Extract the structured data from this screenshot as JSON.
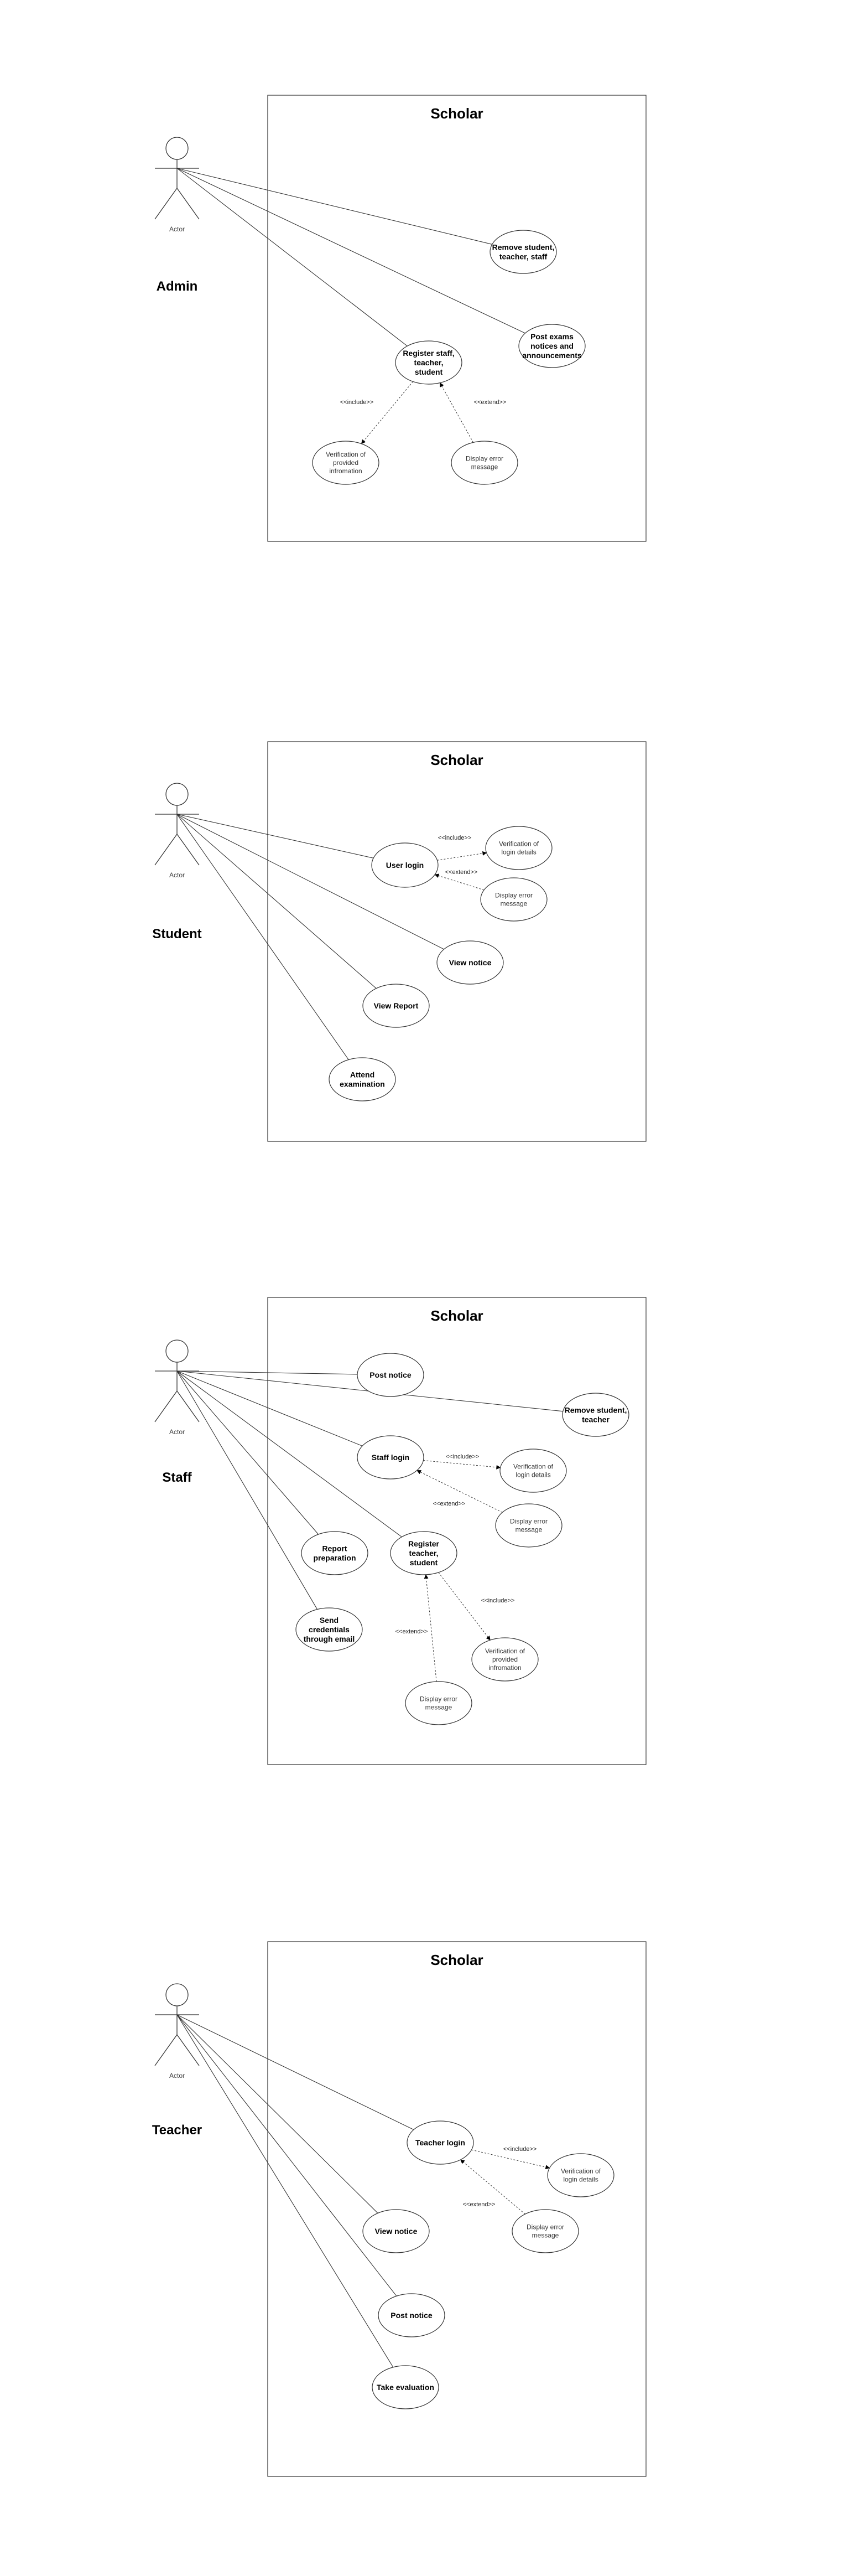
{
  "diagrams": [
    {
      "system": "Scholar",
      "actor_caption": "Actor",
      "actor": "Admin",
      "use_cases": [
        {
          "id": "a1",
          "label": "Remove student, teacher, staff",
          "style": "bold"
        },
        {
          "id": "a2",
          "label": "Post exams notices and announcements",
          "style": "bold"
        },
        {
          "id": "a3",
          "label": "Register staff, teacher, student",
          "style": "bold"
        },
        {
          "id": "a4",
          "label": "Verification of provided infromation",
          "style": "light"
        },
        {
          "id": "a5",
          "label": "Display error message",
          "style": "light"
        }
      ],
      "associations": [
        "a1",
        "a2",
        "a3"
      ],
      "relations": [
        {
          "from": "a3",
          "to": "a4",
          "label": "<<include>>"
        },
        {
          "from": "a5",
          "to": "a3",
          "label": "<<extend>>"
        }
      ]
    },
    {
      "system": "Scholar",
      "actor_caption": "Actor",
      "actor": "Student",
      "use_cases": [
        {
          "id": "s1",
          "label": "User login",
          "style": "bold"
        },
        {
          "id": "s2",
          "label": "Verification of login details",
          "style": "light"
        },
        {
          "id": "s3",
          "label": "Display error message",
          "style": "light"
        },
        {
          "id": "s4",
          "label": "View notice",
          "style": "bold"
        },
        {
          "id": "s5",
          "label": "View Report",
          "style": "bold"
        },
        {
          "id": "s6",
          "label": "Attend examination",
          "style": "bold"
        }
      ],
      "associations": [
        "s1",
        "s4",
        "s5",
        "s6"
      ],
      "relations": [
        {
          "from": "s1",
          "to": "s2",
          "label": "<<include>>"
        },
        {
          "from": "s3",
          "to": "s1",
          "label": "<<extend>>"
        }
      ]
    },
    {
      "system": "Scholar",
      "actor_caption": "Actor",
      "actor": "Staff",
      "use_cases": [
        {
          "id": "t1",
          "label": "Post notice",
          "style": "bold"
        },
        {
          "id": "t2",
          "label": "Remove student, teacher",
          "style": "bold"
        },
        {
          "id": "t3",
          "label": "Staff login",
          "style": "bold"
        },
        {
          "id": "t4",
          "label": "Verification of login details",
          "style": "light"
        },
        {
          "id": "t5",
          "label": "Display error message",
          "style": "light"
        },
        {
          "id": "t6",
          "label": "Report preparation",
          "style": "bold"
        },
        {
          "id": "t7",
          "label": "Register teacher, student",
          "style": "bold"
        },
        {
          "id": "t8",
          "label": "Send credentials through email",
          "style": "bold"
        },
        {
          "id": "t9",
          "label": "Verification of provided infromation",
          "style": "light"
        },
        {
          "id": "t10",
          "label": "Display error message",
          "style": "light"
        }
      ],
      "associations": [
        "t1",
        "t2",
        "t3",
        "t6",
        "t7",
        "t8"
      ],
      "relations": [
        {
          "from": "t3",
          "to": "t4",
          "label": "<<include>>"
        },
        {
          "from": "t5",
          "to": "t3",
          "label": "<<extend>>"
        },
        {
          "from": "t7",
          "to": "t9",
          "label": "<<include>>"
        },
        {
          "from": "t10",
          "to": "t7",
          "label": "<<extend>>"
        }
      ]
    },
    {
      "system": "Scholar",
      "actor_caption": "Actor",
      "actor": "Teacher",
      "use_cases": [
        {
          "id": "r1",
          "label": "Teacher login",
          "style": "bold"
        },
        {
          "id": "r2",
          "label": "Verification of login details",
          "style": "light"
        },
        {
          "id": "r3",
          "label": "Display error message",
          "style": "light"
        },
        {
          "id": "r4",
          "label": "View notice",
          "style": "bold"
        },
        {
          "id": "r5",
          "label": "Post notice",
          "style": "bold"
        },
        {
          "id": "r6",
          "label": "Take evaluation",
          "style": "bold"
        }
      ],
      "associations": [
        "r1",
        "r4",
        "r5",
        "r6"
      ],
      "relations": [
        {
          "from": "r1",
          "to": "r2",
          "label": "<<include>>"
        },
        {
          "from": "r3",
          "to": "r1",
          "label": "<<extend>>"
        }
      ]
    }
  ]
}
